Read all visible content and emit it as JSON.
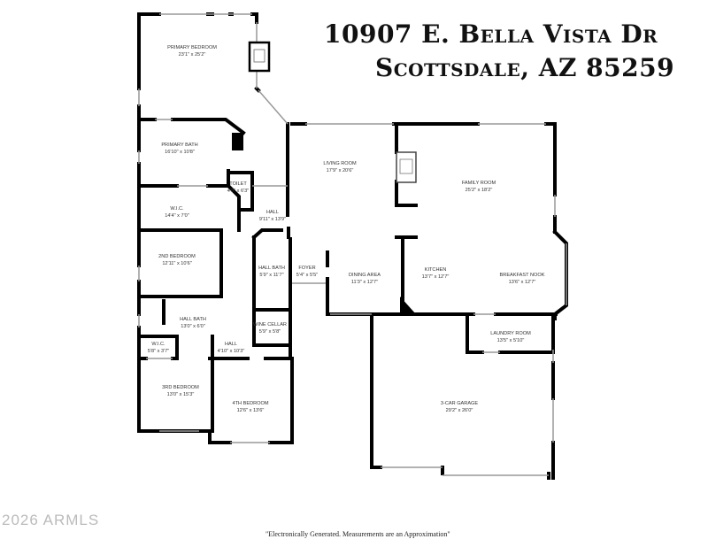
{
  "address": {
    "line1": "10907 E. Bella Vista Dr",
    "line2": "Scottsdale, AZ 85259"
  },
  "rooms": [
    {
      "name": "PRIMARY BEDROOM",
      "size": "23'1\" x 25'2\""
    },
    {
      "name": "PRIMARY BATH",
      "size": "16'10\" x 10'8\""
    },
    {
      "name": "TOILET",
      "size": "4'8\" x 6'3\""
    },
    {
      "name": "W.I.C.",
      "size": "14'4\" x 7'0\""
    },
    {
      "name": "HALL",
      "size": "9'11\" x 13'9\""
    },
    {
      "name": "2ND BEDROOM",
      "size": "12'11\" x 10'6\""
    },
    {
      "name": "HALL BATH",
      "size": "5'9\" x 11'7\""
    },
    {
      "name": "FOYER",
      "size": "5'4\" x 5'5\""
    },
    {
      "name": "HALL BATH",
      "size": "13'0\" x 6'0\""
    },
    {
      "name": "W.I.C.",
      "size": "5'8\" x 3'7\""
    },
    {
      "name": "WINE CELLAR",
      "size": "5'9\" x 5'8\""
    },
    {
      "name": "HALL",
      "size": "4'10\" x 10'3\""
    },
    {
      "name": "3RD BEDROOM",
      "size": "13'0\" x 15'3\""
    },
    {
      "name": "4TH BEDROOM",
      "size": "12'6\" x 13'6\""
    },
    {
      "name": "LIVING ROOM",
      "size": "17'9\" x 20'6\""
    },
    {
      "name": "FAMILY ROOM",
      "size": "25'2\" x 18'2\""
    },
    {
      "name": "DINING AREA",
      "size": "11'3\" x 12'7\""
    },
    {
      "name": "KITCHEN",
      "size": "13'7\" x 12'7\""
    },
    {
      "name": "BREAKFAST NOOK",
      "size": "13'6\" x 12'7\""
    },
    {
      "name": "LAUNDRY ROOM",
      "size": "13'5\" x 5'10\""
    },
    {
      "name": "3-CAR GARAGE",
      "size": "29'2\" x 26'0\""
    }
  ],
  "watermark": "2026 ARMLS",
  "disclaimer": "\"Electronically Generated.  Measurements are an Approximation\""
}
